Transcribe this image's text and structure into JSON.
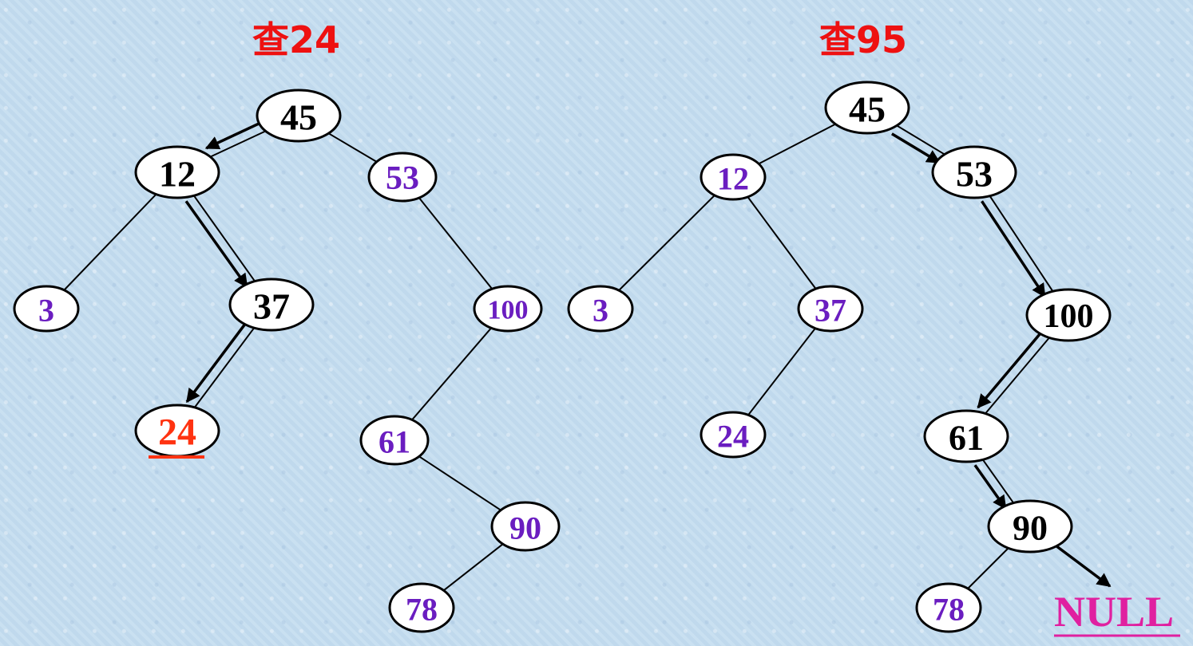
{
  "panels": [
    {
      "title": "查24",
      "nodes": [
        {
          "id": "45",
          "color": "#000000"
        },
        {
          "id": "12",
          "color": "#000000"
        },
        {
          "id": "53",
          "color": "#6a1dc0"
        },
        {
          "id": "3",
          "color": "#6a1dc0"
        },
        {
          "id": "37",
          "color": "#000000"
        },
        {
          "id": "100",
          "color": "#6a1dc0"
        },
        {
          "id": "24",
          "color": "#ff3311",
          "underlined": true
        },
        {
          "id": "61",
          "color": "#6a1dc0"
        },
        {
          "id": "90",
          "color": "#6a1dc0"
        },
        {
          "id": "78",
          "color": "#6a1dc0"
        }
      ],
      "edges": [
        [
          "45",
          "12"
        ],
        [
          "45",
          "53"
        ],
        [
          "12",
          "3"
        ],
        [
          "12",
          "37"
        ],
        [
          "37",
          "24"
        ],
        [
          "53",
          "100"
        ],
        [
          "100",
          "61"
        ],
        [
          "61",
          "90"
        ],
        [
          "90",
          "78"
        ]
      ],
      "search_path": [
        [
          "45",
          "12"
        ],
        [
          "12",
          "37"
        ],
        [
          "37",
          "24"
        ]
      ]
    },
    {
      "title": "查95",
      "nodes": [
        {
          "id": "45",
          "color": "#000000"
        },
        {
          "id": "12",
          "color": "#6a1dc0"
        },
        {
          "id": "53",
          "color": "#000000"
        },
        {
          "id": "3",
          "color": "#6a1dc0"
        },
        {
          "id": "37",
          "color": "#6a1dc0"
        },
        {
          "id": "100",
          "color": "#000000"
        },
        {
          "id": "24",
          "color": "#6a1dc0"
        },
        {
          "id": "61",
          "color": "#000000"
        },
        {
          "id": "90",
          "color": "#000000"
        },
        {
          "id": "78",
          "color": "#6a1dc0"
        }
      ],
      "edges": [
        [
          "45",
          "12"
        ],
        [
          "45",
          "53"
        ],
        [
          "12",
          "3"
        ],
        [
          "12",
          "37"
        ],
        [
          "37",
          "24"
        ],
        [
          "53",
          "100"
        ],
        [
          "100",
          "61"
        ],
        [
          "61",
          "90"
        ],
        [
          "90",
          "78"
        ]
      ],
      "search_path": [
        [
          "45",
          "53"
        ],
        [
          "53",
          "100"
        ],
        [
          "100",
          "61"
        ],
        [
          "61",
          "90"
        ],
        [
          "90",
          "NULL"
        ]
      ],
      "null_label": "NULL"
    }
  ]
}
